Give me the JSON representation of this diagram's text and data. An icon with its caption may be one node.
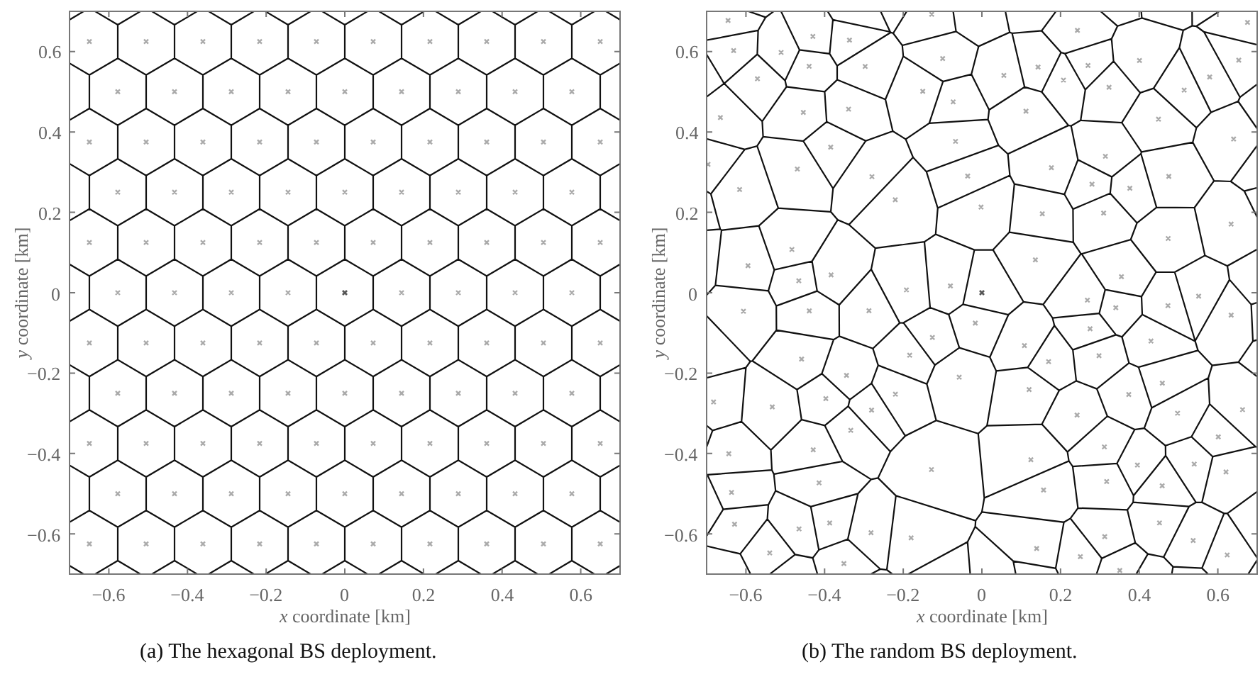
{
  "diagram": {
    "labels": [
      "0.6",
      "0.4",
      "0.2",
      "0",
      "−0.2",
      "−0.4",
      "−0.6",
      "−0.6",
      "−0.4",
      "−0.2",
      "0",
      "0.2",
      "0.4",
      "0.6",
      "*x* coordinate [km]",
      "*y* coordinate [km]",
      "0.6",
      "0.4",
      "0.2",
      "0",
      "−0.2",
      "−0.4",
      "−0.6",
      "−0.6",
      "−0.4",
      "−0.2",
      "0",
      "0.2",
      "0.4",
      "0.6",
      "*x* coordinate [km]",
      "*y* coordinate [km]",
      "(a) The hexagonal BS deployment.",
      "(b) The random BS deployment."
    ]
  }
}
